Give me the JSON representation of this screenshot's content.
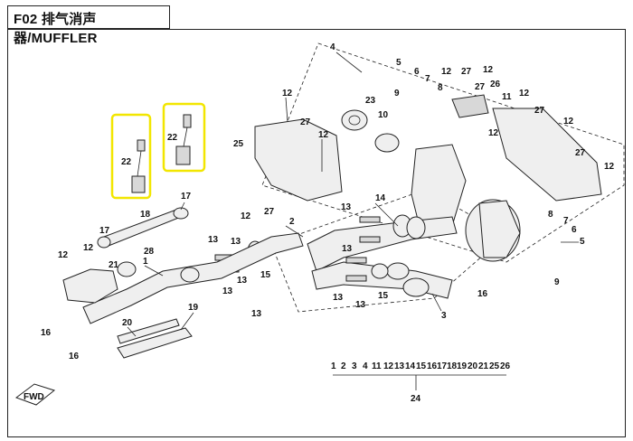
{
  "title": "F02 排气消声器/MUFFLER",
  "callouts": [
    {
      "id": "c1",
      "text": "1"
    },
    {
      "id": "c2",
      "text": "2"
    },
    {
      "id": "c3",
      "text": "3"
    },
    {
      "id": "c4",
      "text": "4"
    },
    {
      "id": "c5a",
      "text": "5"
    },
    {
      "id": "c5b",
      "text": "5"
    },
    {
      "id": "c6a",
      "text": "6"
    },
    {
      "id": "c6b",
      "text": "6"
    },
    {
      "id": "c7a",
      "text": "7"
    },
    {
      "id": "c7b",
      "text": "7"
    },
    {
      "id": "c8a",
      "text": "8"
    },
    {
      "id": "c8b",
      "text": "8"
    },
    {
      "id": "c9a",
      "text": "9"
    },
    {
      "id": "c9b",
      "text": "9"
    },
    {
      "id": "c10",
      "text": "10"
    },
    {
      "id": "c11",
      "text": "11"
    },
    {
      "id": "c12a",
      "text": "12"
    },
    {
      "id": "c12b",
      "text": "12"
    },
    {
      "id": "c12c",
      "text": "12"
    },
    {
      "id": "c12d",
      "text": "12"
    },
    {
      "id": "c12e",
      "text": "12"
    },
    {
      "id": "c12f",
      "text": "12"
    },
    {
      "id": "c12g",
      "text": "12"
    },
    {
      "id": "c12h",
      "text": "12"
    },
    {
      "id": "c12i",
      "text": "12"
    },
    {
      "id": "c12j",
      "text": "12"
    },
    {
      "id": "c12k",
      "text": "12"
    },
    {
      "id": "c13a",
      "text": "13"
    },
    {
      "id": "c13b",
      "text": "13"
    },
    {
      "id": "c13c",
      "text": "13"
    },
    {
      "id": "c13d",
      "text": "13"
    },
    {
      "id": "c13e",
      "text": "13"
    },
    {
      "id": "c13f",
      "text": "13"
    },
    {
      "id": "c13g",
      "text": "13"
    },
    {
      "id": "c13h",
      "text": "13"
    },
    {
      "id": "c13i",
      "text": "13"
    },
    {
      "id": "c14",
      "text": "14"
    },
    {
      "id": "c15a",
      "text": "15"
    },
    {
      "id": "c15b",
      "text": "15"
    },
    {
      "id": "c16a",
      "text": "16"
    },
    {
      "id": "c16b",
      "text": "16"
    },
    {
      "id": "c16c",
      "text": "16"
    },
    {
      "id": "c17a",
      "text": "17"
    },
    {
      "id": "c17b",
      "text": "17"
    },
    {
      "id": "c18",
      "text": "18"
    },
    {
      "id": "c19",
      "text": "19"
    },
    {
      "id": "c20",
      "text": "20"
    },
    {
      "id": "c21",
      "text": "21"
    },
    {
      "id": "c22a",
      "text": "22"
    },
    {
      "id": "c22b",
      "text": "22"
    },
    {
      "id": "c23",
      "text": "23"
    },
    {
      "id": "c25",
      "text": "25"
    },
    {
      "id": "c26",
      "text": "26"
    },
    {
      "id": "c27a",
      "text": "27"
    },
    {
      "id": "c27b",
      "text": "27"
    },
    {
      "id": "c27c",
      "text": "27"
    },
    {
      "id": "c27d",
      "text": "27"
    },
    {
      "id": "c27e",
      "text": "27"
    },
    {
      "id": "c27f",
      "text": "27"
    },
    {
      "id": "c28",
      "text": "28"
    }
  ],
  "kit_group": {
    "members": [
      "1",
      "2",
      "3",
      "4",
      "11",
      "12",
      "13",
      "14",
      "15",
      "16",
      "17",
      "18",
      "19",
      "20",
      "21",
      "25",
      "26"
    ],
    "label": "24"
  },
  "direction_label": "FWD",
  "highlight_color": "#f2e600"
}
